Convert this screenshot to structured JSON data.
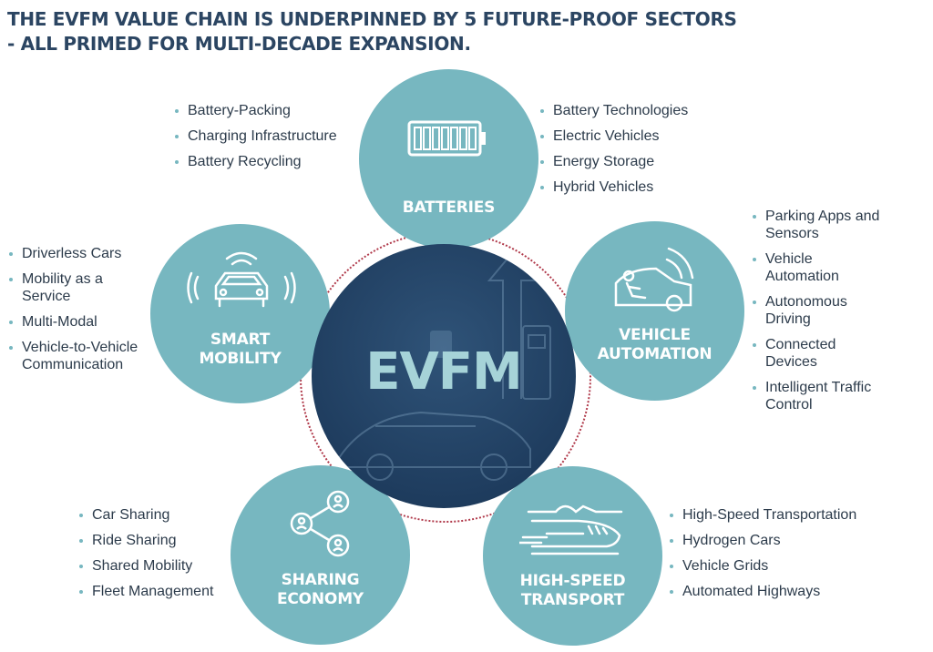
{
  "title": {
    "line1": "THE EVFM VALUE CHAIN IS UNDERPINNED BY 5 FUTURE-PROOF SECTORS",
    "line2": "- ALL PRIMED FOR MULTI-DECADE EXPANSION."
  },
  "center": {
    "label": "EVFM"
  },
  "sectors": {
    "batteries": {
      "label": [
        "BATTERIES"
      ],
      "icon": "battery-icon",
      "left_items": [
        "Battery-Packing",
        "Charging Infrastructure",
        "Battery Recycling"
      ],
      "right_items": [
        "Battery Technologies",
        "Electric Vehicles",
        "Energy Storage",
        "Hybrid Vehicles"
      ]
    },
    "smart_mobility": {
      "label": [
        "SMART",
        "MOBILITY"
      ],
      "icon": "connected-car-icon",
      "items": [
        "Driverless Cars",
        "Mobility as a Service",
        "Multi-Modal",
        "Vehicle-to-Vehicle Communication"
      ]
    },
    "vehicle_automation": {
      "label": [
        "VEHICLE",
        "AUTOMATION"
      ],
      "icon": "autonomous-car-icon",
      "items": [
        "Parking Apps and Sensors",
        "Vehicle Automation",
        "Autonomous Driving",
        "Connected Devices",
        "Intelligent Traffic Control"
      ]
    },
    "sharing_economy": {
      "label": [
        "SHARING",
        "ECONOMY"
      ],
      "icon": "share-icon",
      "items": [
        "Car Sharing",
        "Ride Sharing",
        "Shared Mobility",
        "Fleet Management"
      ]
    },
    "high_speed_transport": {
      "label": [
        "HIGH-SPEED",
        "TRANSPORT"
      ],
      "icon": "bullet-train-icon",
      "items": [
        "High-Speed Transportation",
        "Hydrogen Cars",
        "Vehicle Grids",
        "Automated Highways"
      ]
    }
  },
  "colors": {
    "sector_fill": "#77b7c0",
    "center_fill": "#1f3d5f",
    "center_text": "#a6d3d8",
    "title": "#2b4562",
    "ring": "#b0394a"
  }
}
